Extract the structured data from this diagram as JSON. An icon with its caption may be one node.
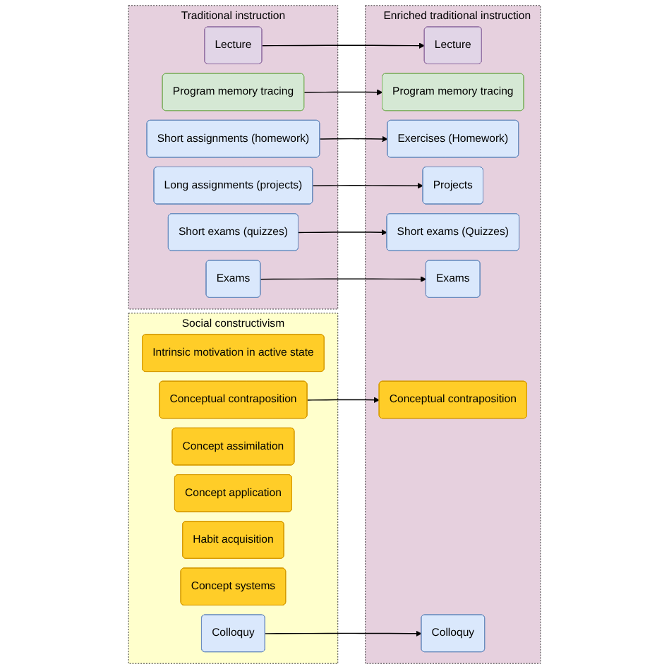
{
  "diagram": {
    "nodes": [
      {
        "text": [
          "Traditional instruction"
        ]
      },
      {
        "text": [
          "Lecture"
        ],
        "in": 0
      },
      {
        "text": [
          "Program memory tracing"
        ],
        "in": 0
      },
      {
        "text": [
          "Short assignments (homework)"
        ],
        "in": 0
      },
      {
        "text": [
          "Long assignments (projects)"
        ],
        "in": 0
      },
      {
        "text": [
          "Short exams (quizzes)"
        ],
        "in": 0
      },
      {
        "text": [
          "Exams"
        ],
        "in": 0
      },
      {
        "text": [
          "Social constructivism"
        ]
      },
      {
        "text": [
          "Intrinsic motivation in active state"
        ],
        "in": 7
      },
      {
        "text": [
          "Conceptual contraposition"
        ],
        "in": 7
      },
      {
        "text": [
          "Concept assimilation"
        ],
        "in": 7
      },
      {
        "text": [
          "Concept application"
        ],
        "in": 7
      },
      {
        "text": [
          "Habit acquisition"
        ],
        "in": 7
      },
      {
        "text": [
          "Concept systems"
        ],
        "in": 7
      },
      {
        "text": [
          "Colloquy"
        ],
        "in": 7
      },
      {
        "text": [
          "Enriched traditional instruction"
        ]
      },
      {
        "text": [
          "Lecture"
        ],
        "in": 15
      },
      {
        "text": [
          "Conceptual contraposition"
        ],
        "in": 15
      },
      {
        "text": [
          "Program memory tracing"
        ],
        "in": 15
      },
      {
        "text": [
          "Exercises (Homework)"
        ],
        "in": 15
      },
      {
        "text": [
          "Projects"
        ],
        "in": 15
      },
      {
        "text": [
          "Short exams (Quizzes)"
        ],
        "in": 15
      },
      {
        "text": [
          "Exams"
        ],
        "in": 15
      },
      {
        "text": [
          "Colloquy"
        ],
        "in": 15
      }
    ],
    "edges": [
      {
        "from": 1,
        "to": 16,
        "arrow": "to"
      },
      {
        "from": 9,
        "to": 17,
        "arrow": "to"
      },
      {
        "from": 2,
        "to": 18,
        "arrow": "to"
      },
      {
        "from": 3,
        "to": 19,
        "arrow": "to"
      },
      {
        "from": 4,
        "to": 20,
        "arrow": "to"
      },
      {
        "from": 5,
        "to": 21,
        "arrow": "to"
      },
      {
        "from": 6,
        "to": 22,
        "arrow": "to"
      },
      {
        "from": 14,
        "to": 23,
        "arrow": "to"
      }
    ]
  }
}
